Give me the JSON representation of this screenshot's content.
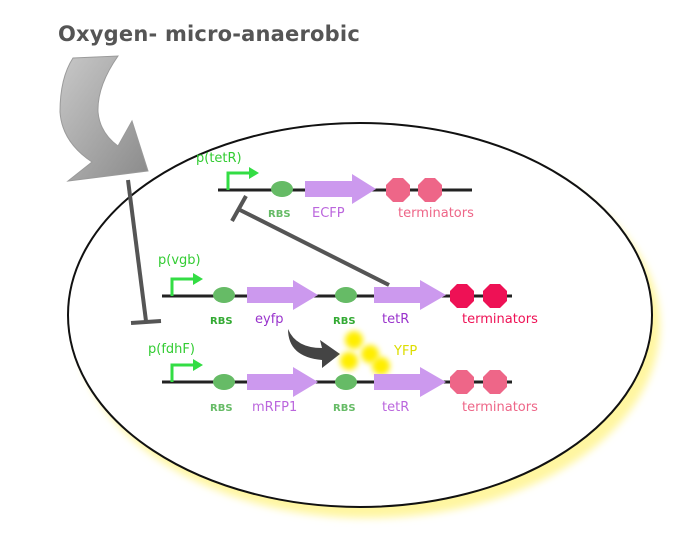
{
  "title": "Oxygen- micro-anaerobic",
  "colors": {
    "promoter": "#33dd44",
    "rbs": "#66bb66",
    "cds": "#cc99ee",
    "terminator_light": "#ee6688",
    "terminator_dark": "#ee1155",
    "backbone": "#222222",
    "repression": "#555555",
    "yfp_glow": "#ffee00",
    "cell_border": "#111111"
  },
  "constructs": [
    {
      "promoter": "p(tetR)",
      "rbs": [
        "RBS"
      ],
      "genes": [
        "ECFP"
      ],
      "terminator": "terminators"
    },
    {
      "promoter": "p(vgb)",
      "rbs": [
        "RBS",
        "RBS"
      ],
      "genes": [
        "eyfp",
        "tetR"
      ],
      "terminator": "terminators"
    },
    {
      "promoter": "p(fdhF)",
      "rbs": [
        "RBS",
        "RBS"
      ],
      "genes": [
        "mRFP1",
        "tetR"
      ],
      "terminator": "terminators"
    }
  ],
  "product": "YFP"
}
